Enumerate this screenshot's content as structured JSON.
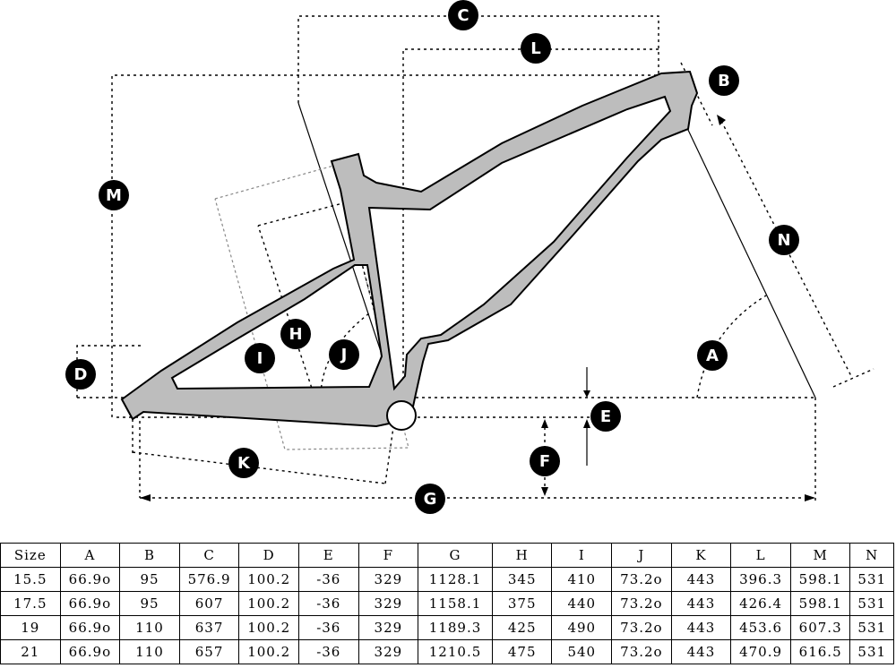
{
  "badges": [
    "A",
    "B",
    "C",
    "D",
    "E",
    "F",
    "G",
    "H",
    "I",
    "J",
    "K",
    "L",
    "M",
    "N"
  ],
  "table": {
    "headers": [
      "Size",
      "A",
      "B",
      "C",
      "D",
      "E",
      "F",
      "G",
      "H",
      "I",
      "J",
      "K",
      "L",
      "M",
      "N"
    ],
    "rows": [
      [
        "15.5",
        "66.9o",
        "95",
        "576.9",
        "100.2",
        "-36",
        "329",
        "1128.1",
        "345",
        "410",
        "73.2o",
        "443",
        "396.3",
        "598.1",
        "531"
      ],
      [
        "17.5",
        "66.9o",
        "95",
        "607",
        "100.2",
        "-36",
        "329",
        "1158.1",
        "375",
        "440",
        "73.2o",
        "443",
        "426.4",
        "598.1",
        "531"
      ],
      [
        "19",
        "66.9o",
        "110",
        "637",
        "100.2",
        "-36",
        "329",
        "1189.3",
        "425",
        "490",
        "73.2o",
        "443",
        "453.6",
        "607.3",
        "531"
      ],
      [
        "21",
        "66.9o",
        "110",
        "657",
        "100.2",
        "-36",
        "329",
        "1210.5",
        "475",
        "540",
        "73.2o",
        "443",
        "470.9",
        "616.5",
        "531"
      ]
    ]
  },
  "colors": {
    "frame_fill": "#bdbdbd",
    "frame_stroke": "#000000",
    "badge": "#000000"
  }
}
